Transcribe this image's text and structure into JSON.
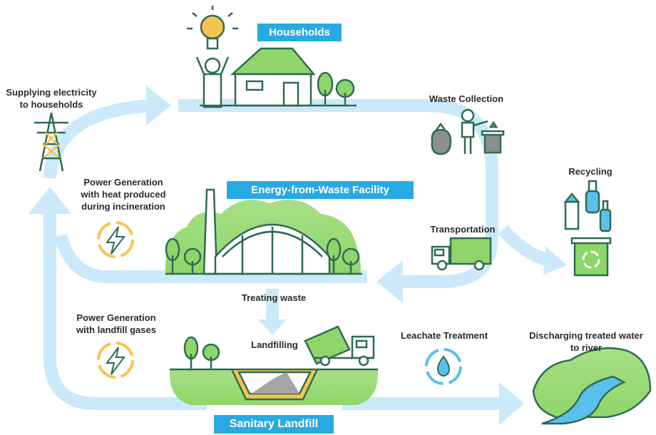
{
  "titles": {
    "households": "Households",
    "efw": "Energy-from-Waste Facility",
    "landfill": "Sanitary Landfill"
  },
  "labels": {
    "supplying_line1": "Supplying electricity",
    "supplying_line2": "to households",
    "waste_collection": "Waste Collection",
    "recycling": "Recycling",
    "transportation": "Transportation",
    "power_heat_line1": "Power Generation",
    "power_heat_line2": "with heat produced",
    "power_heat_line3": "during incineration",
    "treating_waste": "Treating waste",
    "power_gas_line1": "Power Generation",
    "power_gas_line2": "with landfill gases",
    "landfilling": "Landfilling",
    "leachate": "Leachate Treatment",
    "discharging_line1": "Discharging treated water",
    "discharging_line2": "to river"
  },
  "colors": {
    "flow": "#cce9f9",
    "accent": "#29a9e1",
    "green": "#8fd66a",
    "green_light": "#b5e39a",
    "outline": "#2e6b53",
    "energy_yellow": "#f6c44e",
    "water": "#5bc0eb"
  },
  "icons": [
    "light-bulb-icon",
    "person-icon",
    "house-icon",
    "tree-icon",
    "person-throwing-trash-icon",
    "trash-bag-icon",
    "trash-bin-icon",
    "power-tower-icon",
    "lightning-cycle-icon",
    "bottle-icon",
    "milk-carton-icon",
    "recycling-bin-icon",
    "truck-icon",
    "dump-truck-icon",
    "water-drop-cycle-icon",
    "chimney-icon",
    "dome-building-icon",
    "landfill-pit-icon",
    "river-icon"
  ]
}
